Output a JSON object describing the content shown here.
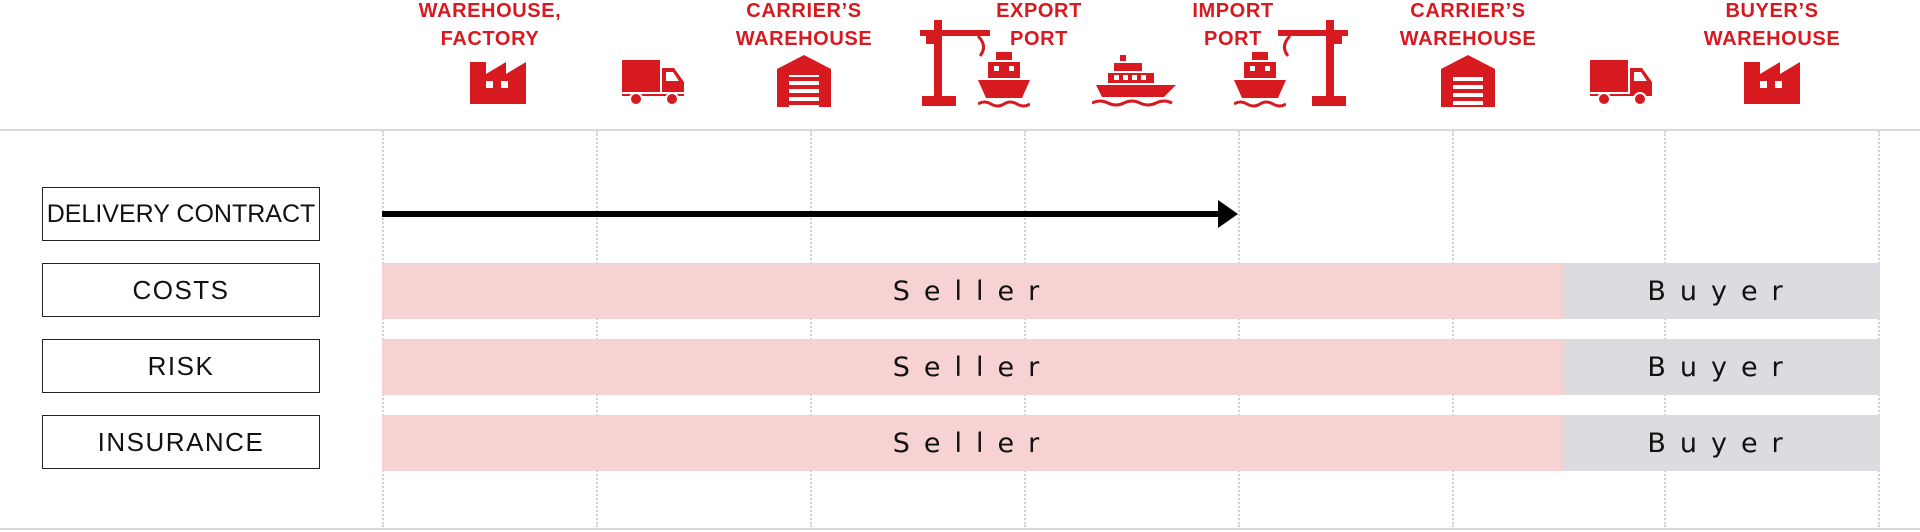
{
  "stages": [
    {
      "lines": [
        "WAREHOUSE,",
        "FACTORY"
      ],
      "icon": "factory-icon"
    },
    {
      "lines": [
        ""
      ],
      "icon": "truck-icon"
    },
    {
      "lines": [
        "CARRIER’S",
        "WAREHOUSE"
      ],
      "icon": "warehouse-icon"
    },
    {
      "lines": [
        "EXPORT",
        "PORT"
      ],
      "icon": "port-crane-ship-icon"
    },
    {
      "lines": [
        ""
      ],
      "icon": "cruise-ship-icon"
    },
    {
      "lines": [
        "IMPORT",
        "PORT"
      ],
      "icon": "port-ship-crane-icon"
    },
    {
      "lines": [
        "CARRIER’S",
        "WAREHOUSE"
      ],
      "icon": "warehouse-icon"
    },
    {
      "lines": [
        ""
      ],
      "icon": "truck-icon"
    },
    {
      "lines": [
        "BUYER’S",
        "WAREHOUSE"
      ],
      "icon": "factory-icon"
    }
  ],
  "rows": [
    {
      "label": "DELIVERY CONTRACT"
    },
    {
      "label": "COSTS",
      "seller": "Seller",
      "buyer": "Buyer"
    },
    {
      "label": "RISK",
      "seller": "Seller",
      "buyer": "Buyer"
    },
    {
      "label": "INSURANCE",
      "seller": "Seller",
      "buyer": "Buyer"
    }
  ],
  "delivery_contract_ends_at_stage": "IMPORT PORT",
  "colors": {
    "accent": "#d71920",
    "seller": "#f6d2d3",
    "buyer": "#dcdbe0",
    "arrow": "#000000"
  }
}
